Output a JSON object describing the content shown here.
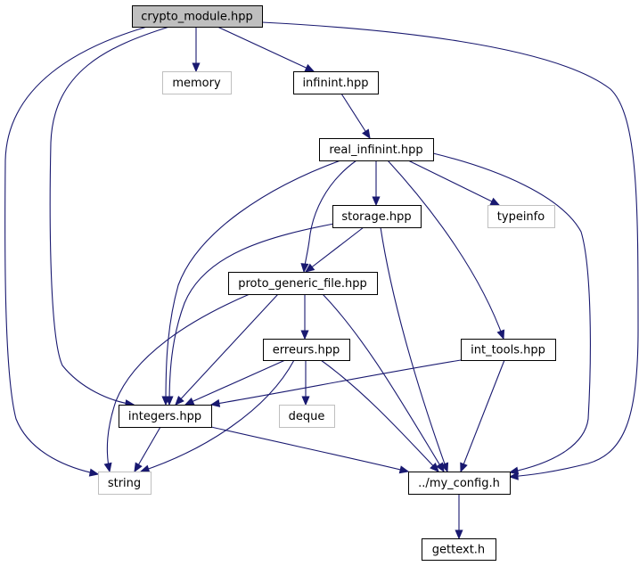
{
  "graph": {
    "title": "crypto_module.hpp include dependency graph",
    "colors": {
      "edge": "#191970",
      "root_fill": "#bfbfbf",
      "node_fill": "#ffffff",
      "node_border": "#000000",
      "system_border": "#bfbfbf"
    },
    "nodes": [
      {
        "id": "crypto_module",
        "label": "crypto_module.hpp",
        "kind": "root"
      },
      {
        "id": "memory",
        "label": "memory",
        "kind": "system"
      },
      {
        "id": "infinint",
        "label": "infinint.hpp",
        "kind": "file"
      },
      {
        "id": "real_infinint",
        "label": "real_infinint.hpp",
        "kind": "file"
      },
      {
        "id": "storage",
        "label": "storage.hpp",
        "kind": "file"
      },
      {
        "id": "typeinfo",
        "label": "typeinfo",
        "kind": "system"
      },
      {
        "id": "proto_generic_file",
        "label": "proto_generic_file.hpp",
        "kind": "file"
      },
      {
        "id": "erreurs",
        "label": "erreurs.hpp",
        "kind": "file"
      },
      {
        "id": "int_tools",
        "label": "int_tools.hpp",
        "kind": "file"
      },
      {
        "id": "integers",
        "label": "integers.hpp",
        "kind": "file"
      },
      {
        "id": "deque",
        "label": "deque",
        "kind": "system"
      },
      {
        "id": "string",
        "label": "string",
        "kind": "system"
      },
      {
        "id": "my_config",
        "label": "../my_config.h",
        "kind": "file"
      },
      {
        "id": "gettext",
        "label": "gettext.h",
        "kind": "file"
      }
    ],
    "edges": [
      {
        "from": "crypto_module",
        "to": "memory"
      },
      {
        "from": "crypto_module",
        "to": "infinint"
      },
      {
        "from": "crypto_module",
        "to": "integers"
      },
      {
        "from": "crypto_module",
        "to": "string"
      },
      {
        "from": "crypto_module",
        "to": "my_config"
      },
      {
        "from": "infinint",
        "to": "real_infinint"
      },
      {
        "from": "real_infinint",
        "to": "storage"
      },
      {
        "from": "real_infinint",
        "to": "typeinfo"
      },
      {
        "from": "real_infinint",
        "to": "proto_generic_file"
      },
      {
        "from": "real_infinint",
        "to": "int_tools"
      },
      {
        "from": "real_infinint",
        "to": "integers"
      },
      {
        "from": "real_infinint",
        "to": "my_config"
      },
      {
        "from": "storage",
        "to": "proto_generic_file"
      },
      {
        "from": "storage",
        "to": "integers"
      },
      {
        "from": "storage",
        "to": "my_config"
      },
      {
        "from": "proto_generic_file",
        "to": "erreurs"
      },
      {
        "from": "proto_generic_file",
        "to": "integers"
      },
      {
        "from": "proto_generic_file",
        "to": "string"
      },
      {
        "from": "proto_generic_file",
        "to": "my_config"
      },
      {
        "from": "erreurs",
        "to": "integers"
      },
      {
        "from": "erreurs",
        "to": "deque"
      },
      {
        "from": "erreurs",
        "to": "string"
      },
      {
        "from": "erreurs",
        "to": "my_config"
      },
      {
        "from": "int_tools",
        "to": "integers"
      },
      {
        "from": "int_tools",
        "to": "my_config"
      },
      {
        "from": "integers",
        "to": "string"
      },
      {
        "from": "integers",
        "to": "my_config"
      },
      {
        "from": "my_config",
        "to": "gettext"
      }
    ]
  }
}
